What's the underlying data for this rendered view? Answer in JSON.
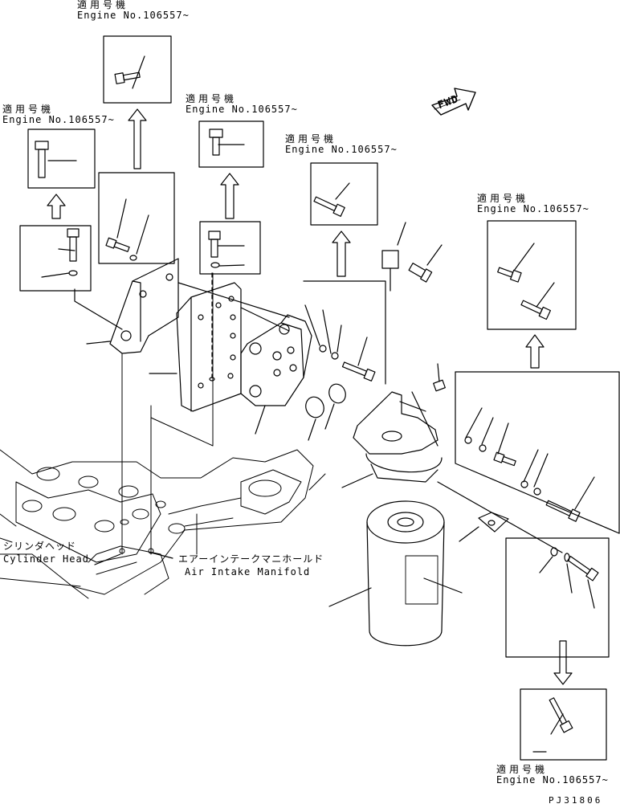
{
  "notes": [
    {
      "jp": "適用号機",
      "en": "Engine No.106557~"
    },
    {
      "jp": "適用号機",
      "en": "Engine No.106557~"
    },
    {
      "jp": "適用号機",
      "en": "Engine No.106557~"
    },
    {
      "jp": "適用号機",
      "en": "Engine No.106557~"
    },
    {
      "jp": "適用号機",
      "en": "Engine No.106557~"
    },
    {
      "jp": "適用号機",
      "en": "Engine No.106557~"
    }
  ],
  "cylinder_head": {
    "jp": "シリンダヘッド",
    "en": "Cylinder Head"
  },
  "air_intake": {
    "jp": "エアーインテークマニホールド",
    "en": "Air Intake Manifold"
  },
  "fwd_label": "FWD",
  "drawing_code": "PJ31806"
}
